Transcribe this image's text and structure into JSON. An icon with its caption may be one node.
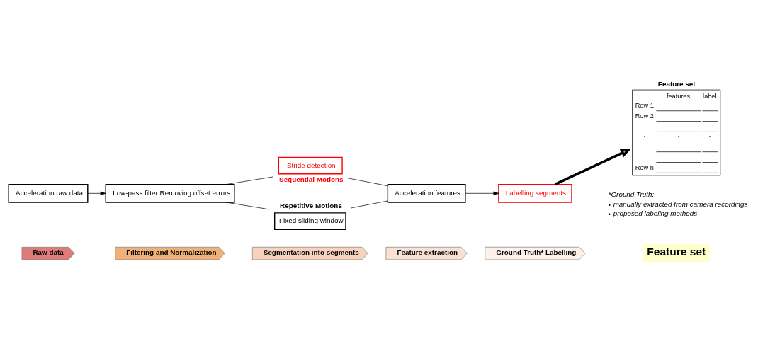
{
  "diagram": {
    "nodes": [
      {
        "text": [
          "Raw data"
        ]
      },
      {
        "text": [
          "Filtering and Normalization"
        ]
      },
      {
        "text": [
          "Segmentation into segments"
        ]
      },
      {
        "text": [
          "Feature extraction"
        ]
      },
      {
        "text": [
          "Ground Truth* Labelling"
        ]
      },
      {
        "text": [
          "Feature set"
        ]
      },
      {
        "text": [
          "Acceleration raw data"
        ]
      },
      {
        "text": [
          "Low-pass filter Removing offset errors"
        ]
      },
      {
        "text": [
          "Stride detection"
        ],
        "beside": [
          "Sequential Motions"
        ]
      },
      {
        "text": [
          "Fixed sliding window"
        ],
        "beside": [
          "Repetitive Motions"
        ]
      },
      {
        "text": [
          "Acceleration features"
        ]
      },
      {
        "text": [
          "Labelling segments"
        ]
      },
      {
        "text": [
          "Feature set",
          "features",
          "label",
          "Row 1",
          "Row 2",
          "⋮",
          "⋮",
          "⋮",
          "Row n"
        ]
      }
    ],
    "edges": [
      {
        "from": 6,
        "to": 7,
        "arrow": "to"
      },
      {
        "from": 7,
        "to": 8,
        "arrow": "none"
      },
      {
        "from": 7,
        "to": 9,
        "arrow": "none"
      },
      {
        "from": 8,
        "to": 10,
        "arrow": "none"
      },
      {
        "from": 9,
        "to": 10,
        "arrow": "none"
      },
      {
        "from": 10,
        "to": 11,
        "arrow": "to"
      },
      {
        "from": 11,
        "to": 12,
        "arrow": "to",
        "style": "thick"
      }
    ],
    "labels": [
      "*Ground Truth:",
      "•",
      "manually extracted from camera recordings",
      "•",
      "proposed labeling methods"
    ]
  }
}
